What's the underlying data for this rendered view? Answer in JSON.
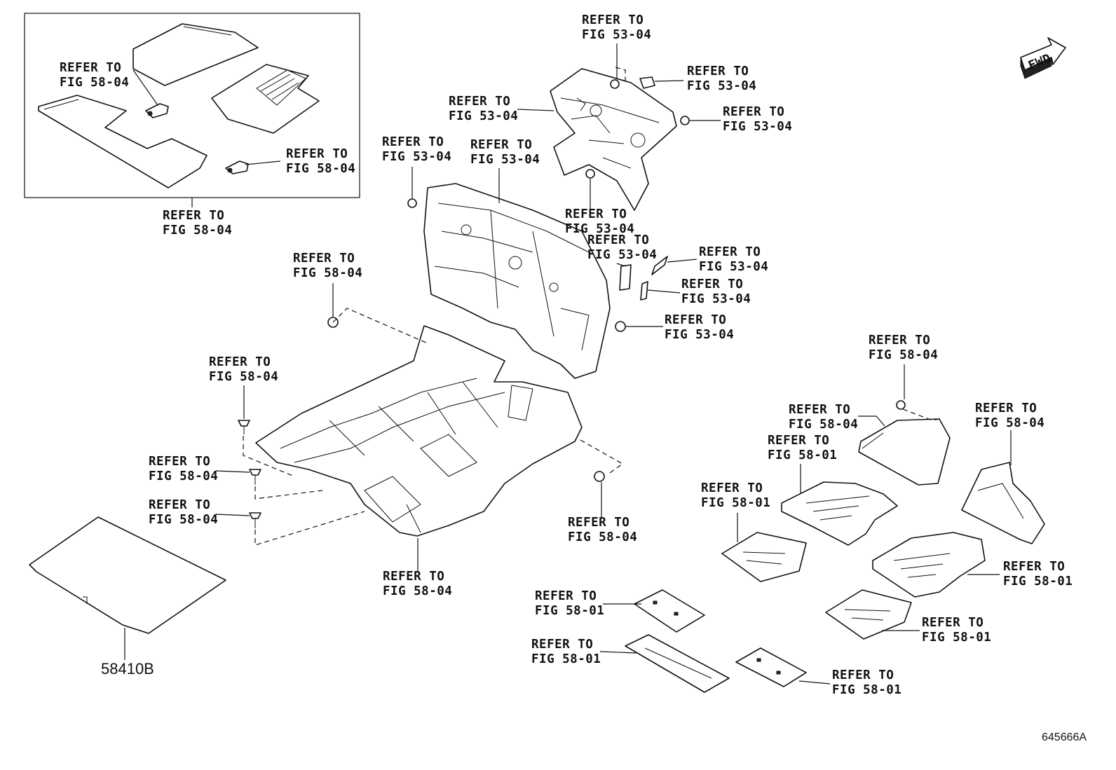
{
  "fwd_label": "FWD",
  "part_number": "58410B",
  "illustration_number": "645666A",
  "labels": [
    [
      "REFER TO",
      "FIG 53-04"
    ],
    [
      "REFER TO",
      "FIG 53-04"
    ],
    [
      "REFER TO",
      "FIG 53-04"
    ],
    [
      "REFER TO",
      "FIG 53-04"
    ],
    [
      "REFER TO",
      "FIG 53-04"
    ],
    [
      "REFER TO",
      "FIG 53-04"
    ],
    [
      "REFER TO",
      "FIG 53-04"
    ],
    [
      "REFER TO",
      "FIG 53-04"
    ],
    [
      "REFER TO",
      "FIG 53-04"
    ],
    [
      "REFER TO",
      "FIG 53-04"
    ],
    [
      "REFER TO",
      "FIG 53-04"
    ],
    [
      "REFER TO",
      "FIG 58-04"
    ],
    [
      "REFER TO",
      "FIG 58-04"
    ],
    [
      "REFER TO",
      "FIG 58-04"
    ],
    [
      "REFER TO",
      "FIG 58-04"
    ],
    [
      "REFER TO",
      "FIG 58-04"
    ],
    [
      "REFER TO",
      "FIG 58-04"
    ],
    [
      "REFER TO",
      "FIG 58-04"
    ],
    [
      "REFER TO",
      "FIG 58-04"
    ],
    [
      "REFER TO",
      "FIG 58-04"
    ],
    [
      "REFER TO",
      "FIG 58-04"
    ],
    [
      "REFER TO",
      "FIG 58-04"
    ],
    [
      "REFER TO",
      "FIG 58-04"
    ],
    [
      "REFER TO",
      "FIG 58-01"
    ],
    [
      "REFER TO",
      "FIG 58-01"
    ],
    [
      "REFER TO",
      "FIG 58-01"
    ],
    [
      "REFER TO",
      "FIG 58-01"
    ],
    [
      "REFER TO",
      "FIG 58-01"
    ],
    [
      "REFER TO",
      "FIG 58-01"
    ],
    [
      "REFER TO",
      "FIG 58-01"
    ]
  ]
}
